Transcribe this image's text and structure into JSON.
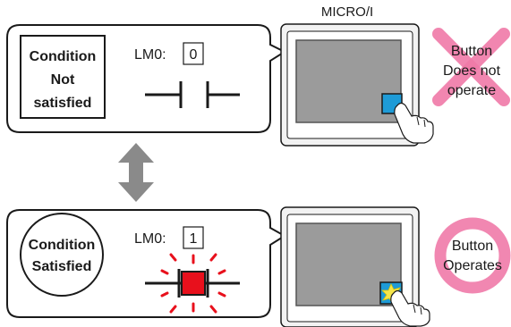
{
  "device_label": "MICRO/I",
  "top": {
    "condition_lines": [
      "Condition",
      "Not",
      "satisfied"
    ],
    "lm_label": "LM0:",
    "lm_value": "0",
    "result_lines": [
      "Button",
      "Does not",
      "operate"
    ]
  },
  "bottom": {
    "condition_lines": [
      "Condition",
      "Satisfied"
    ],
    "lm_label": "LM0:",
    "lm_value": "1",
    "result_lines": [
      "Button",
      "Operates"
    ]
  },
  "colors": {
    "x_mark": "#f07aa8",
    "o_mark": "#f07aa8",
    "coil_on": "#e8101c",
    "button_blue": "#1e9bd7"
  }
}
